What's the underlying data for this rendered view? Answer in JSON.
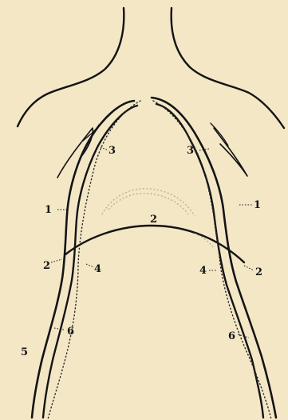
{
  "labels": {
    "left_1": "1",
    "right_1": "1",
    "left_2": "2",
    "center_2": "2",
    "right_2": "2",
    "left_3": "3",
    "right_3": "3",
    "left_4": "4",
    "right_4": "4",
    "left_5": "5",
    "left_6": "6",
    "right_6": "6"
  },
  "colors": {
    "paper": "#f3e7c6",
    "ink": "#141414"
  }
}
